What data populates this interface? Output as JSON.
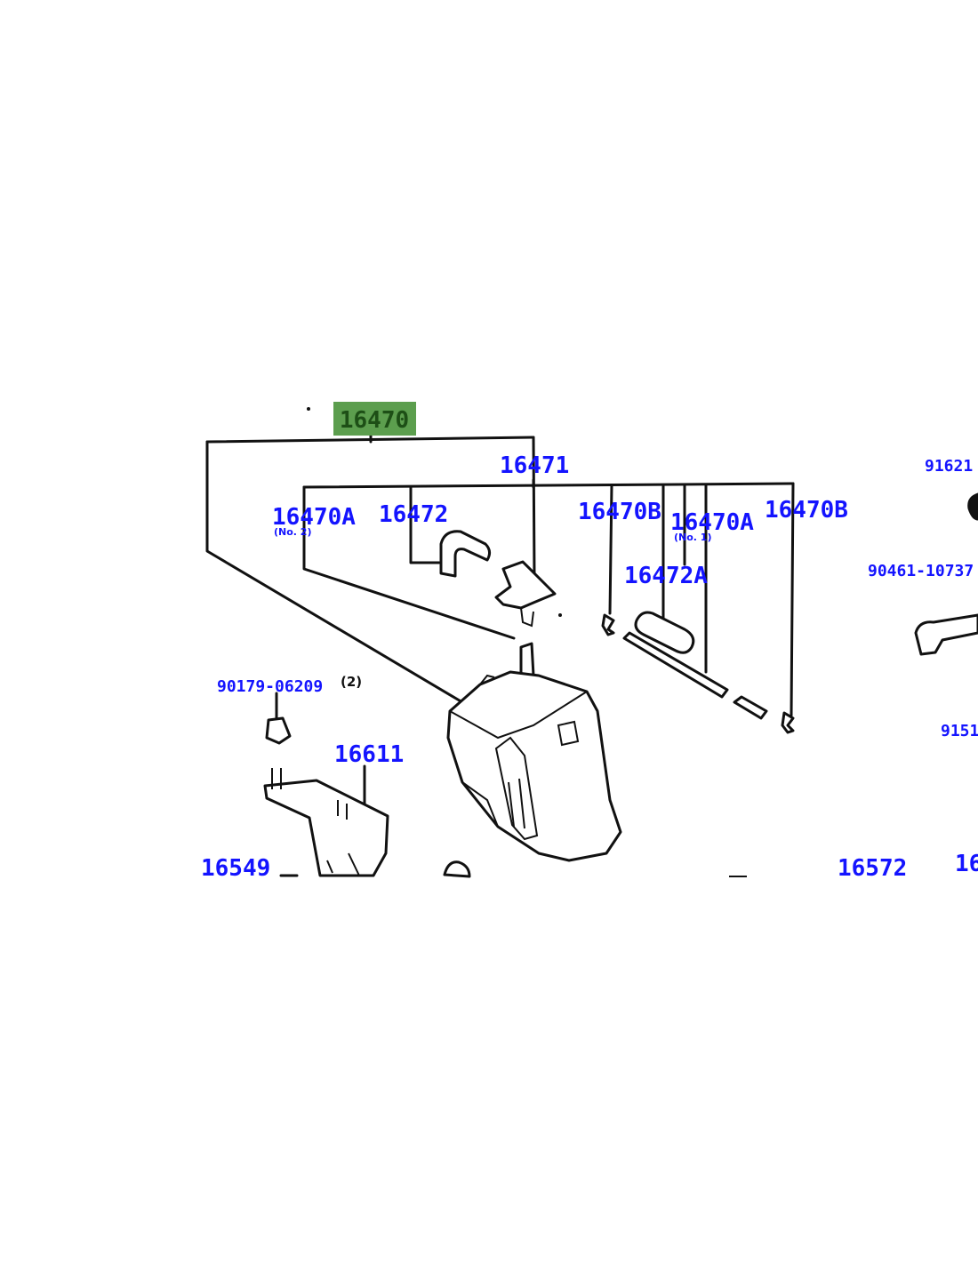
{
  "colors": {
    "label": "#1414ff",
    "highlight_bg": "#5c9e4e",
    "highlight_text": "#1d4f16",
    "line": "#111111"
  },
  "labels": {
    "p16470": "16470",
    "p16471": "16471",
    "p16470A_left": "16470A",
    "p16470A_left_note": "(No. 2)",
    "p16472": "16472",
    "p16470B_mid": "16470B",
    "p16470A_mid": "16470A",
    "p16470A_mid_note": "(No. 1)",
    "p16470B_right": "16470B",
    "p16472A": "16472A",
    "p91621": "91621",
    "p90461": "90461-10737",
    "p90179": "90179-06209",
    "p90179_qty": "(2)",
    "p16611": "16611",
    "p91511": "9151",
    "p16549": "16549",
    "p16572": "16572",
    "p16_edge": "16"
  }
}
